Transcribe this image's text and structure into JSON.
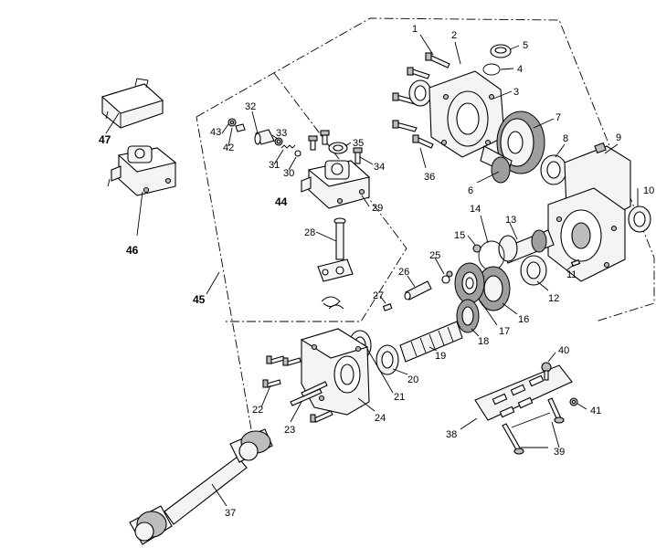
{
  "diagram": {
    "labels": {
      "p1": "1",
      "p2": "2",
      "p3": "3",
      "p4": "4",
      "p5": "5",
      "p6": "6",
      "p7": "7",
      "p8": "8",
      "p9": "9",
      "p10": "10",
      "p11": "11",
      "p12": "12",
      "p13": "13",
      "p14": "14",
      "p15": "15",
      "p16": "16",
      "p17": "17",
      "p18": "18",
      "p19": "19",
      "p20": "20",
      "p21": "21",
      "p22": "22",
      "p23": "23",
      "p24": "24",
      "p25": "25",
      "p26": "26",
      "p27": "27",
      "p28": "28",
      "p29": "29",
      "p30": "30",
      "p31": "31",
      "p32": "32",
      "p33": "33",
      "p34": "34",
      "p35": "35",
      "p36": "36",
      "p37": "37",
      "p38": "38",
      "p39": "39",
      "p40": "40",
      "p41": "41",
      "p42": "42",
      "p43": "43",
      "p44": "44",
      "p45": "45",
      "p46": "46",
      "p47": "47"
    }
  }
}
